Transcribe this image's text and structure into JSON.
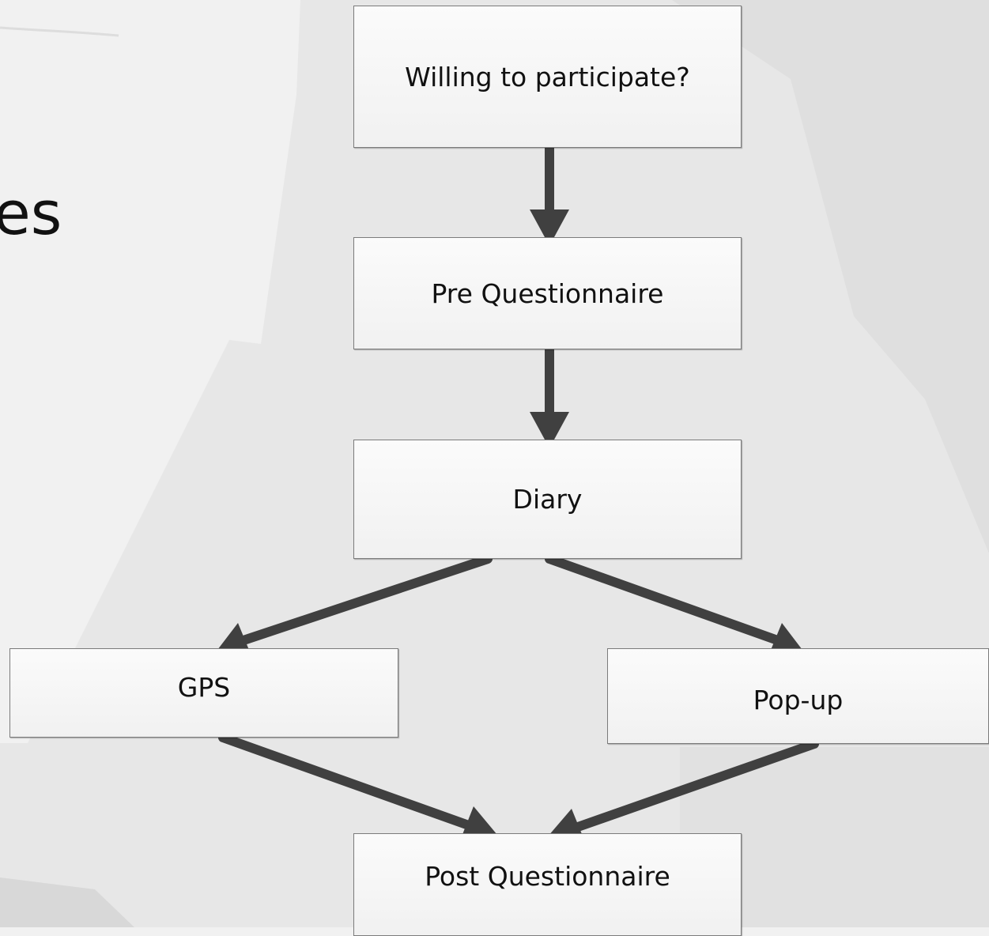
{
  "slide": {
    "partial_title": "es"
  },
  "diagram": {
    "nodes": {
      "willing": "Willing to participate?",
      "pre": "Pre Questionnaire",
      "diary": "Diary",
      "gps": "GPS",
      "popup": "Pop-up",
      "post": "Post Questionnaire"
    },
    "edges": [
      {
        "from": "willing",
        "to": "pre"
      },
      {
        "from": "pre",
        "to": "diary"
      },
      {
        "from": "diary",
        "to": "gps"
      },
      {
        "from": "diary",
        "to": "popup"
      },
      {
        "from": "gps",
        "to": "post"
      },
      {
        "from": "popup",
        "to": "post"
      }
    ]
  },
  "colors": {
    "arrow": "#404040",
    "node_border": "#7b7b7b",
    "background": "#f1f1f1"
  }
}
